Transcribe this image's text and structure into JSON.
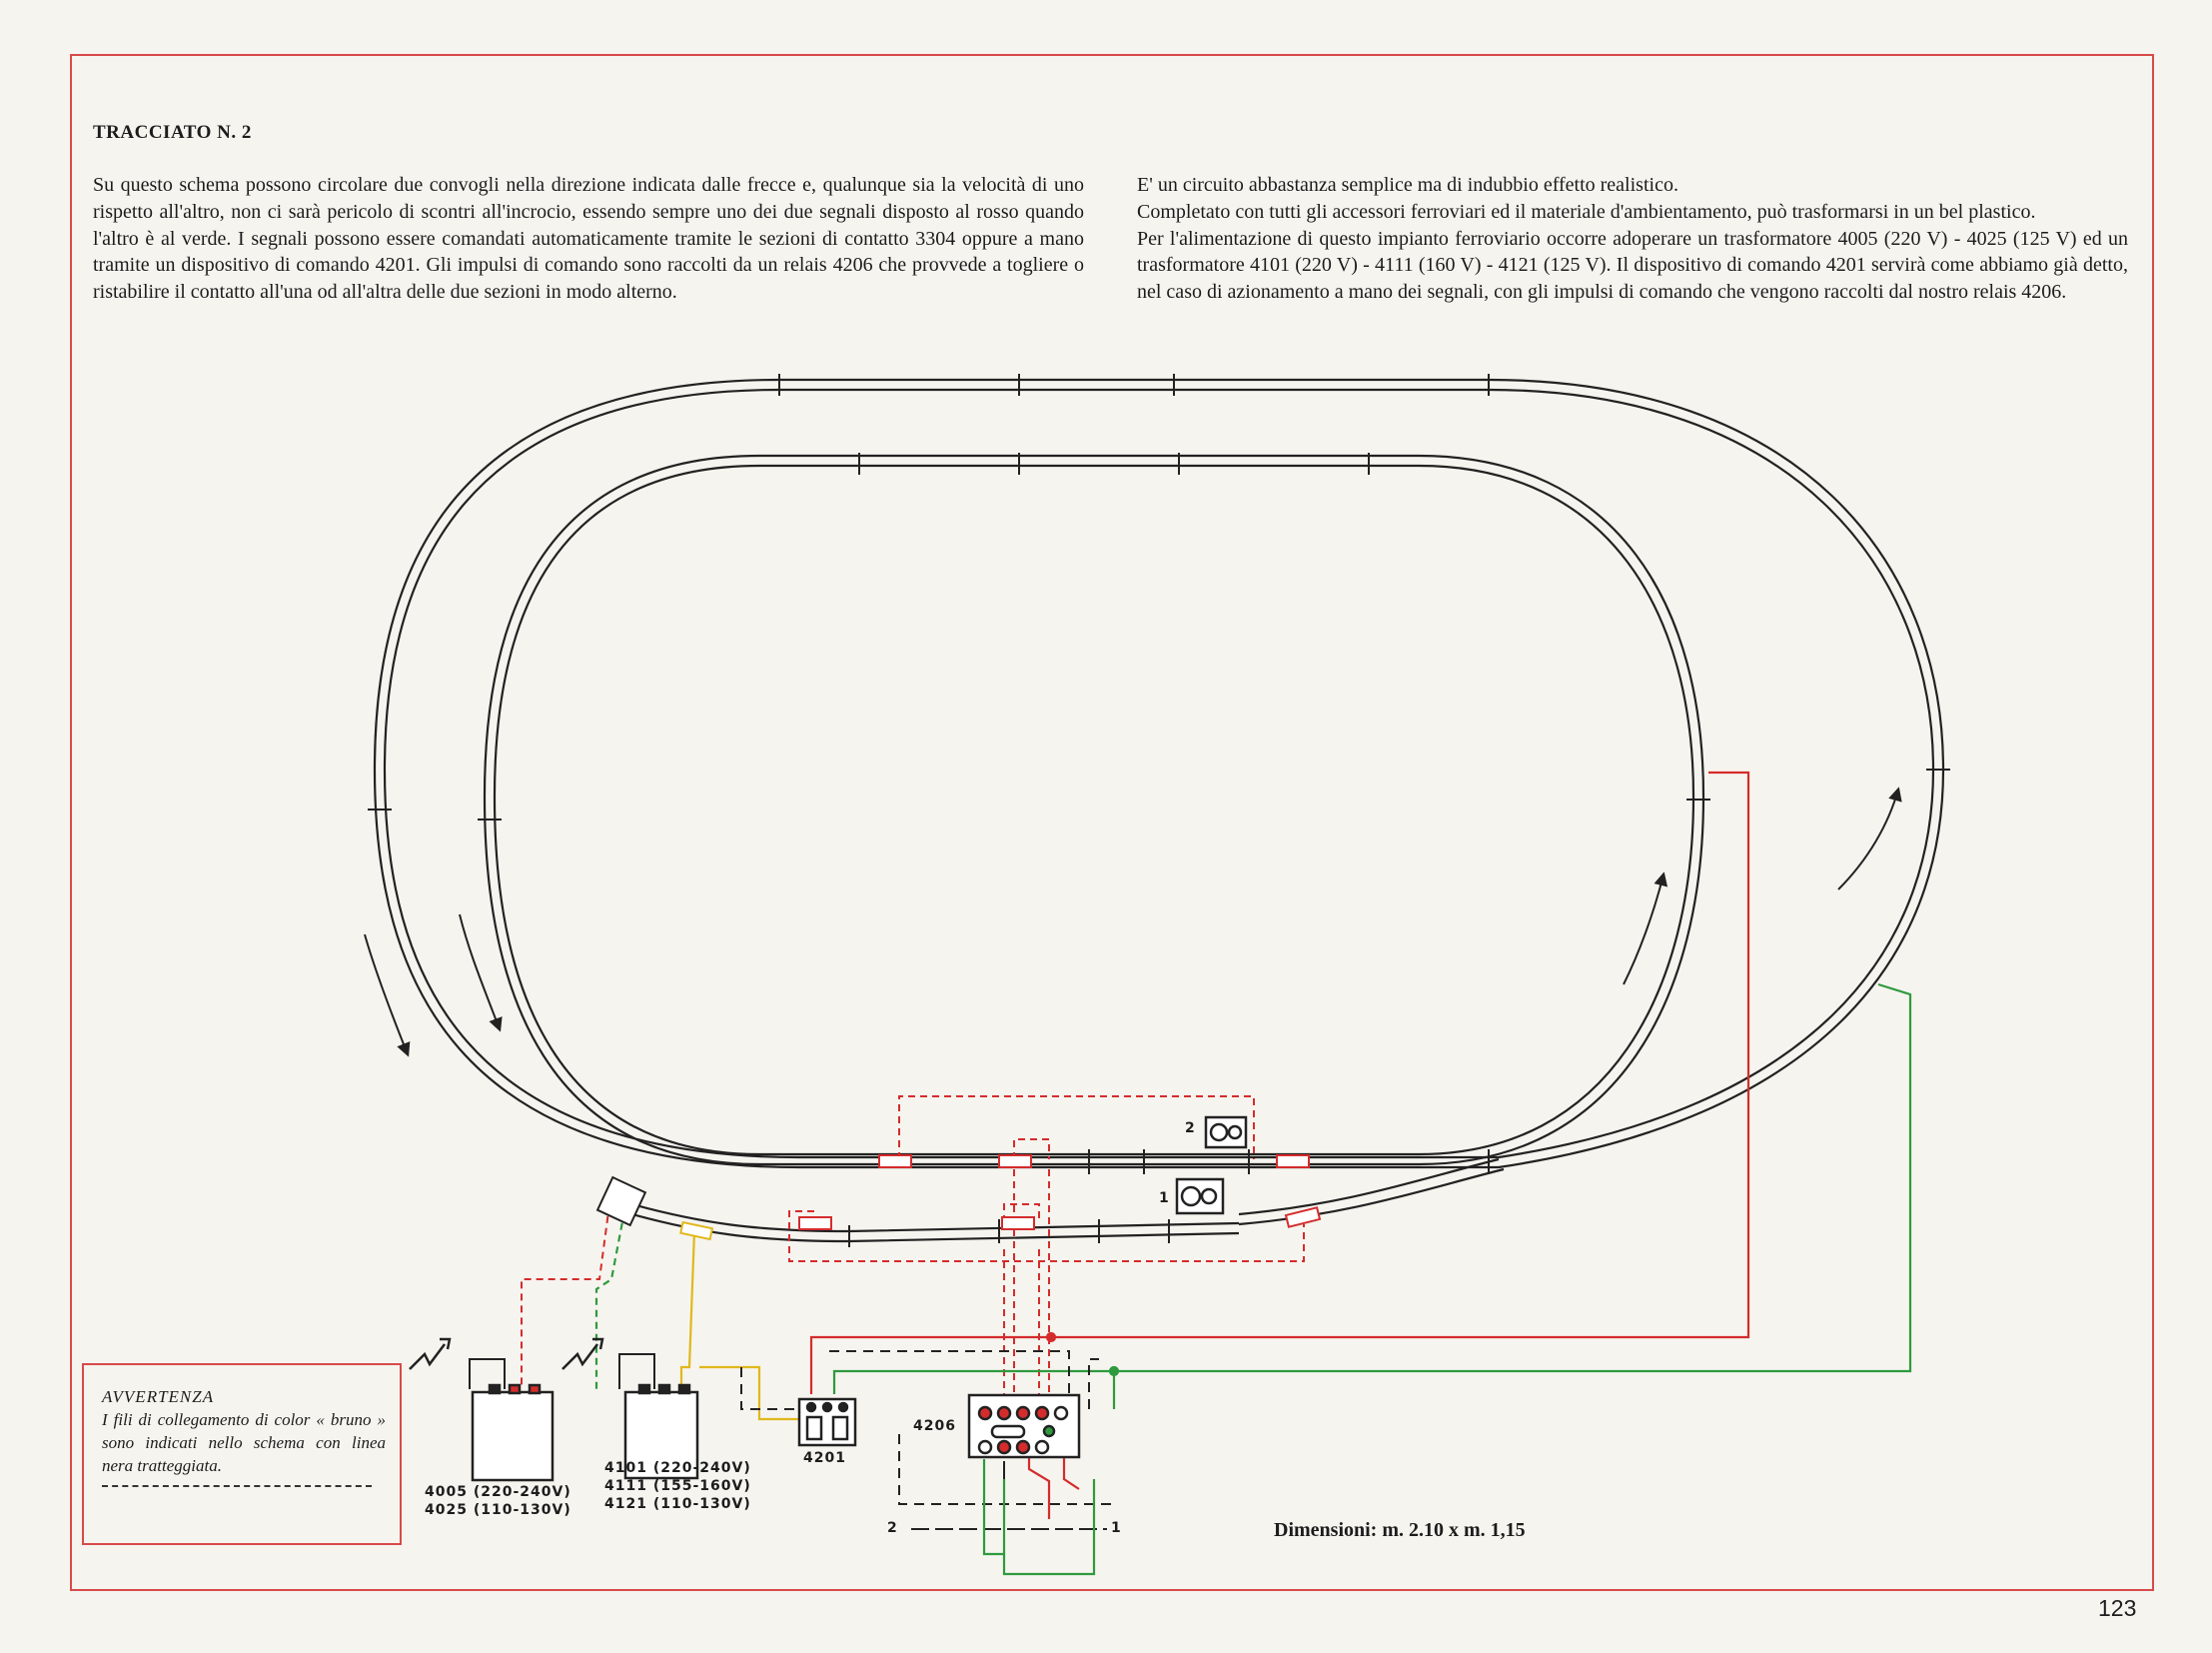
{
  "title": "TRACCIATO N. 2",
  "text_left": "Su questo schema possono circolare due convogli nella direzione indicata dalle frecce e, qualunque sia la velocità di uno rispetto all'altro, non ci sarà pericolo di scontri all'incrocio, essendo sempre uno dei due segnali disposto al rosso quando l'altro è al verde. I segnali possono essere comandati automaticamente tramite le sezioni di contatto 3304 oppure a mano tramite un dispositivo di comando 4201. Gli impulsi di comando sono raccolti da un relais 4206 che provvede a togliere o ristabilire il contatto all'una od all'altra delle due sezioni in modo alterno.",
  "text_right_1": "E' un circuito abbastanza semplice ma di indubbio effetto realistico.",
  "text_right_2": "Completato con tutti gli accessori ferroviari ed il materiale d'ambientamento, può trasformarsi in un bel plastico.",
  "text_right_3": "Per l'alimentazione di questo impianto ferroviario occorre adoperare un trasformatore 4005 (220 V) - 4025 (125 V) ed un trasformatore 4101 (220 V) - 4111 (160 V) - 4121 (125 V). Il dispositivo di comando 4201 servirà come abbiamo già detto, nel caso di azionamento a mano dei segnali, con gli impulsi di comando che vengono raccolti dal nostro relais 4206.",
  "warning": {
    "title": "AVVERTENZA",
    "body": "I fili di collegamento di color « bruno » sono indicati nello schema con linea nera tratteggiata."
  },
  "components": {
    "t1_line1": "4005 (220-240V)",
    "t1_line2": "4025 (110-130V)",
    "t2_line1": "4101 (220-240V)",
    "t2_line2": "4111 (155-160V)",
    "t2_line3": "4121 (110-130V)",
    "control": "4201",
    "relay": "4206",
    "signal_1": "1",
    "signal_2": "2",
    "section_left": "2",
    "section_right": "1"
  },
  "dimensions": "Dimensioni: m. 2.10 x m. 1,15",
  "page_number": "123",
  "colors": {
    "frame": "#d84a4a",
    "wire_red": "#d42c2c",
    "wire_green": "#2e9a3e",
    "wire_yellow": "#e0b81c",
    "track": "#222222"
  }
}
